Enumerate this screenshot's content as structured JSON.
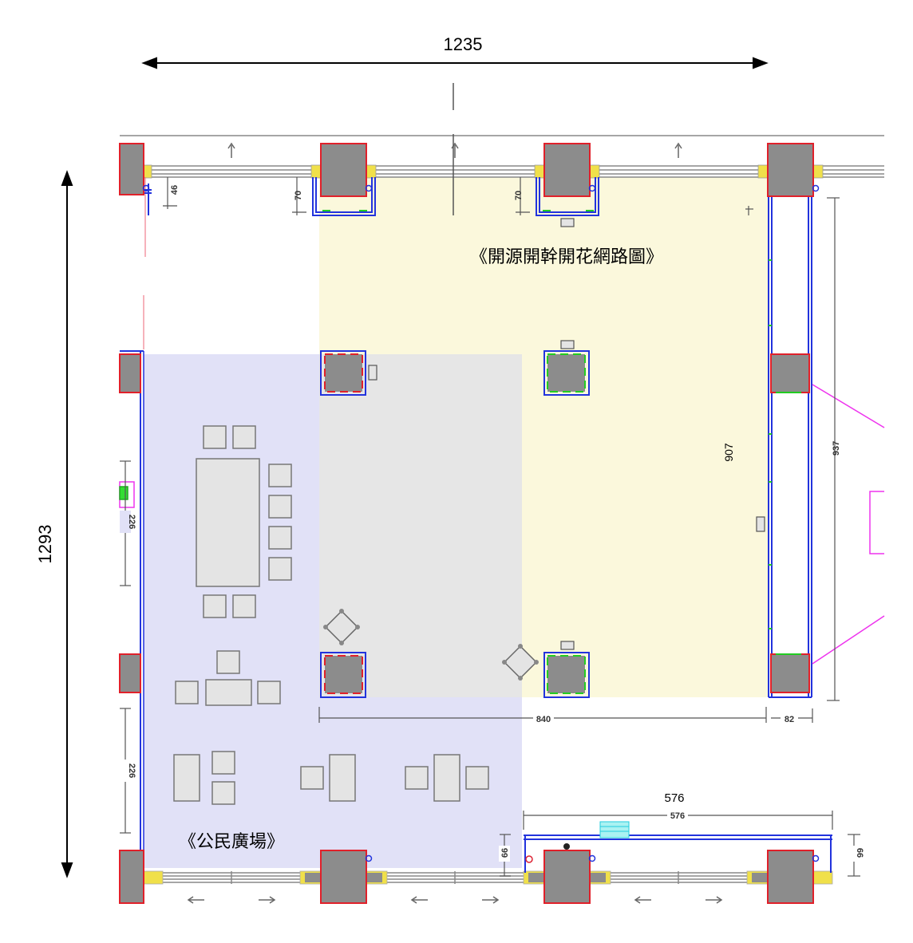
{
  "dimensions": {
    "overall_width": "1235",
    "overall_height": "1293",
    "room_height": "907",
    "side_height": "937",
    "bottom_wall_label": "576",
    "bottom_wall_dim": "576",
    "room_width": "840",
    "side_gap": "82",
    "left_upper": "226",
    "left_lower": "226",
    "col_offset_1": "46",
    "col_offset_2": "70",
    "col_offset_3": "70",
    "bottom_left_66": "66",
    "bottom_right_66": "66"
  },
  "zones": {
    "open_source_zone": "《開源開幹開花網路圖》",
    "civic_plaza_zone": "《公民廣場》"
  },
  "colors": {
    "open_source_zone_fill": "#fbf8dc",
    "civic_plaza_zone_fill": "#e1e1f7",
    "overlap_fill": "#e6e6e6",
    "column_fill": "#8c8c8c",
    "column_border": "#e0202a",
    "wall_blue": "#2233dd",
    "accent_green": "#22cc22",
    "accent_magenta": "#ee33ee",
    "furniture_fill": "#e4e4e4",
    "furniture_border": "#777777"
  }
}
